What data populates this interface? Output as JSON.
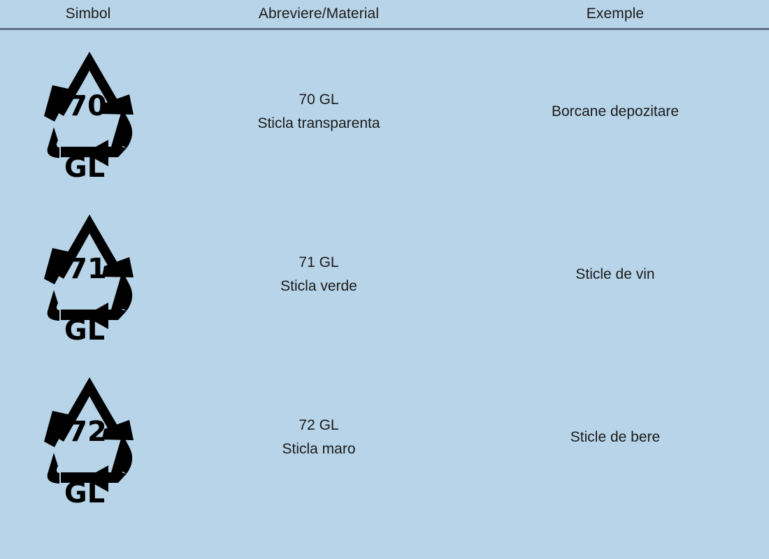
{
  "table": {
    "columns": [
      {
        "key": "symbol",
        "label": "Simbol"
      },
      {
        "key": "material",
        "label": "Abreviere/Material"
      },
      {
        "key": "example",
        "label": "Exemple"
      }
    ],
    "rows": [
      {
        "symbol": {
          "icon": "mobius-loop-recycling-icon",
          "number": "70",
          "abbr": "GL"
        },
        "material_code": "70 GL",
        "material_name": "Sticla transparenta",
        "example": "Borcane depozitare"
      },
      {
        "symbol": {
          "icon": "mobius-loop-recycling-icon",
          "number": "71",
          "abbr": "GL"
        },
        "material_code": "71 GL",
        "material_name": "Sticla verde",
        "example": "Sticle de vin"
      },
      {
        "symbol": {
          "icon": "mobius-loop-recycling-icon",
          "number": "72",
          "abbr": "GL"
        },
        "material_code": "72 GL",
        "material_name": "Sticla maro",
        "example": "Sticle de bere"
      }
    ]
  },
  "colors": {
    "background": "#b8d4e8",
    "rule": "#5c7287",
    "text": "#1b1b1b",
    "symbol": "#000000"
  }
}
